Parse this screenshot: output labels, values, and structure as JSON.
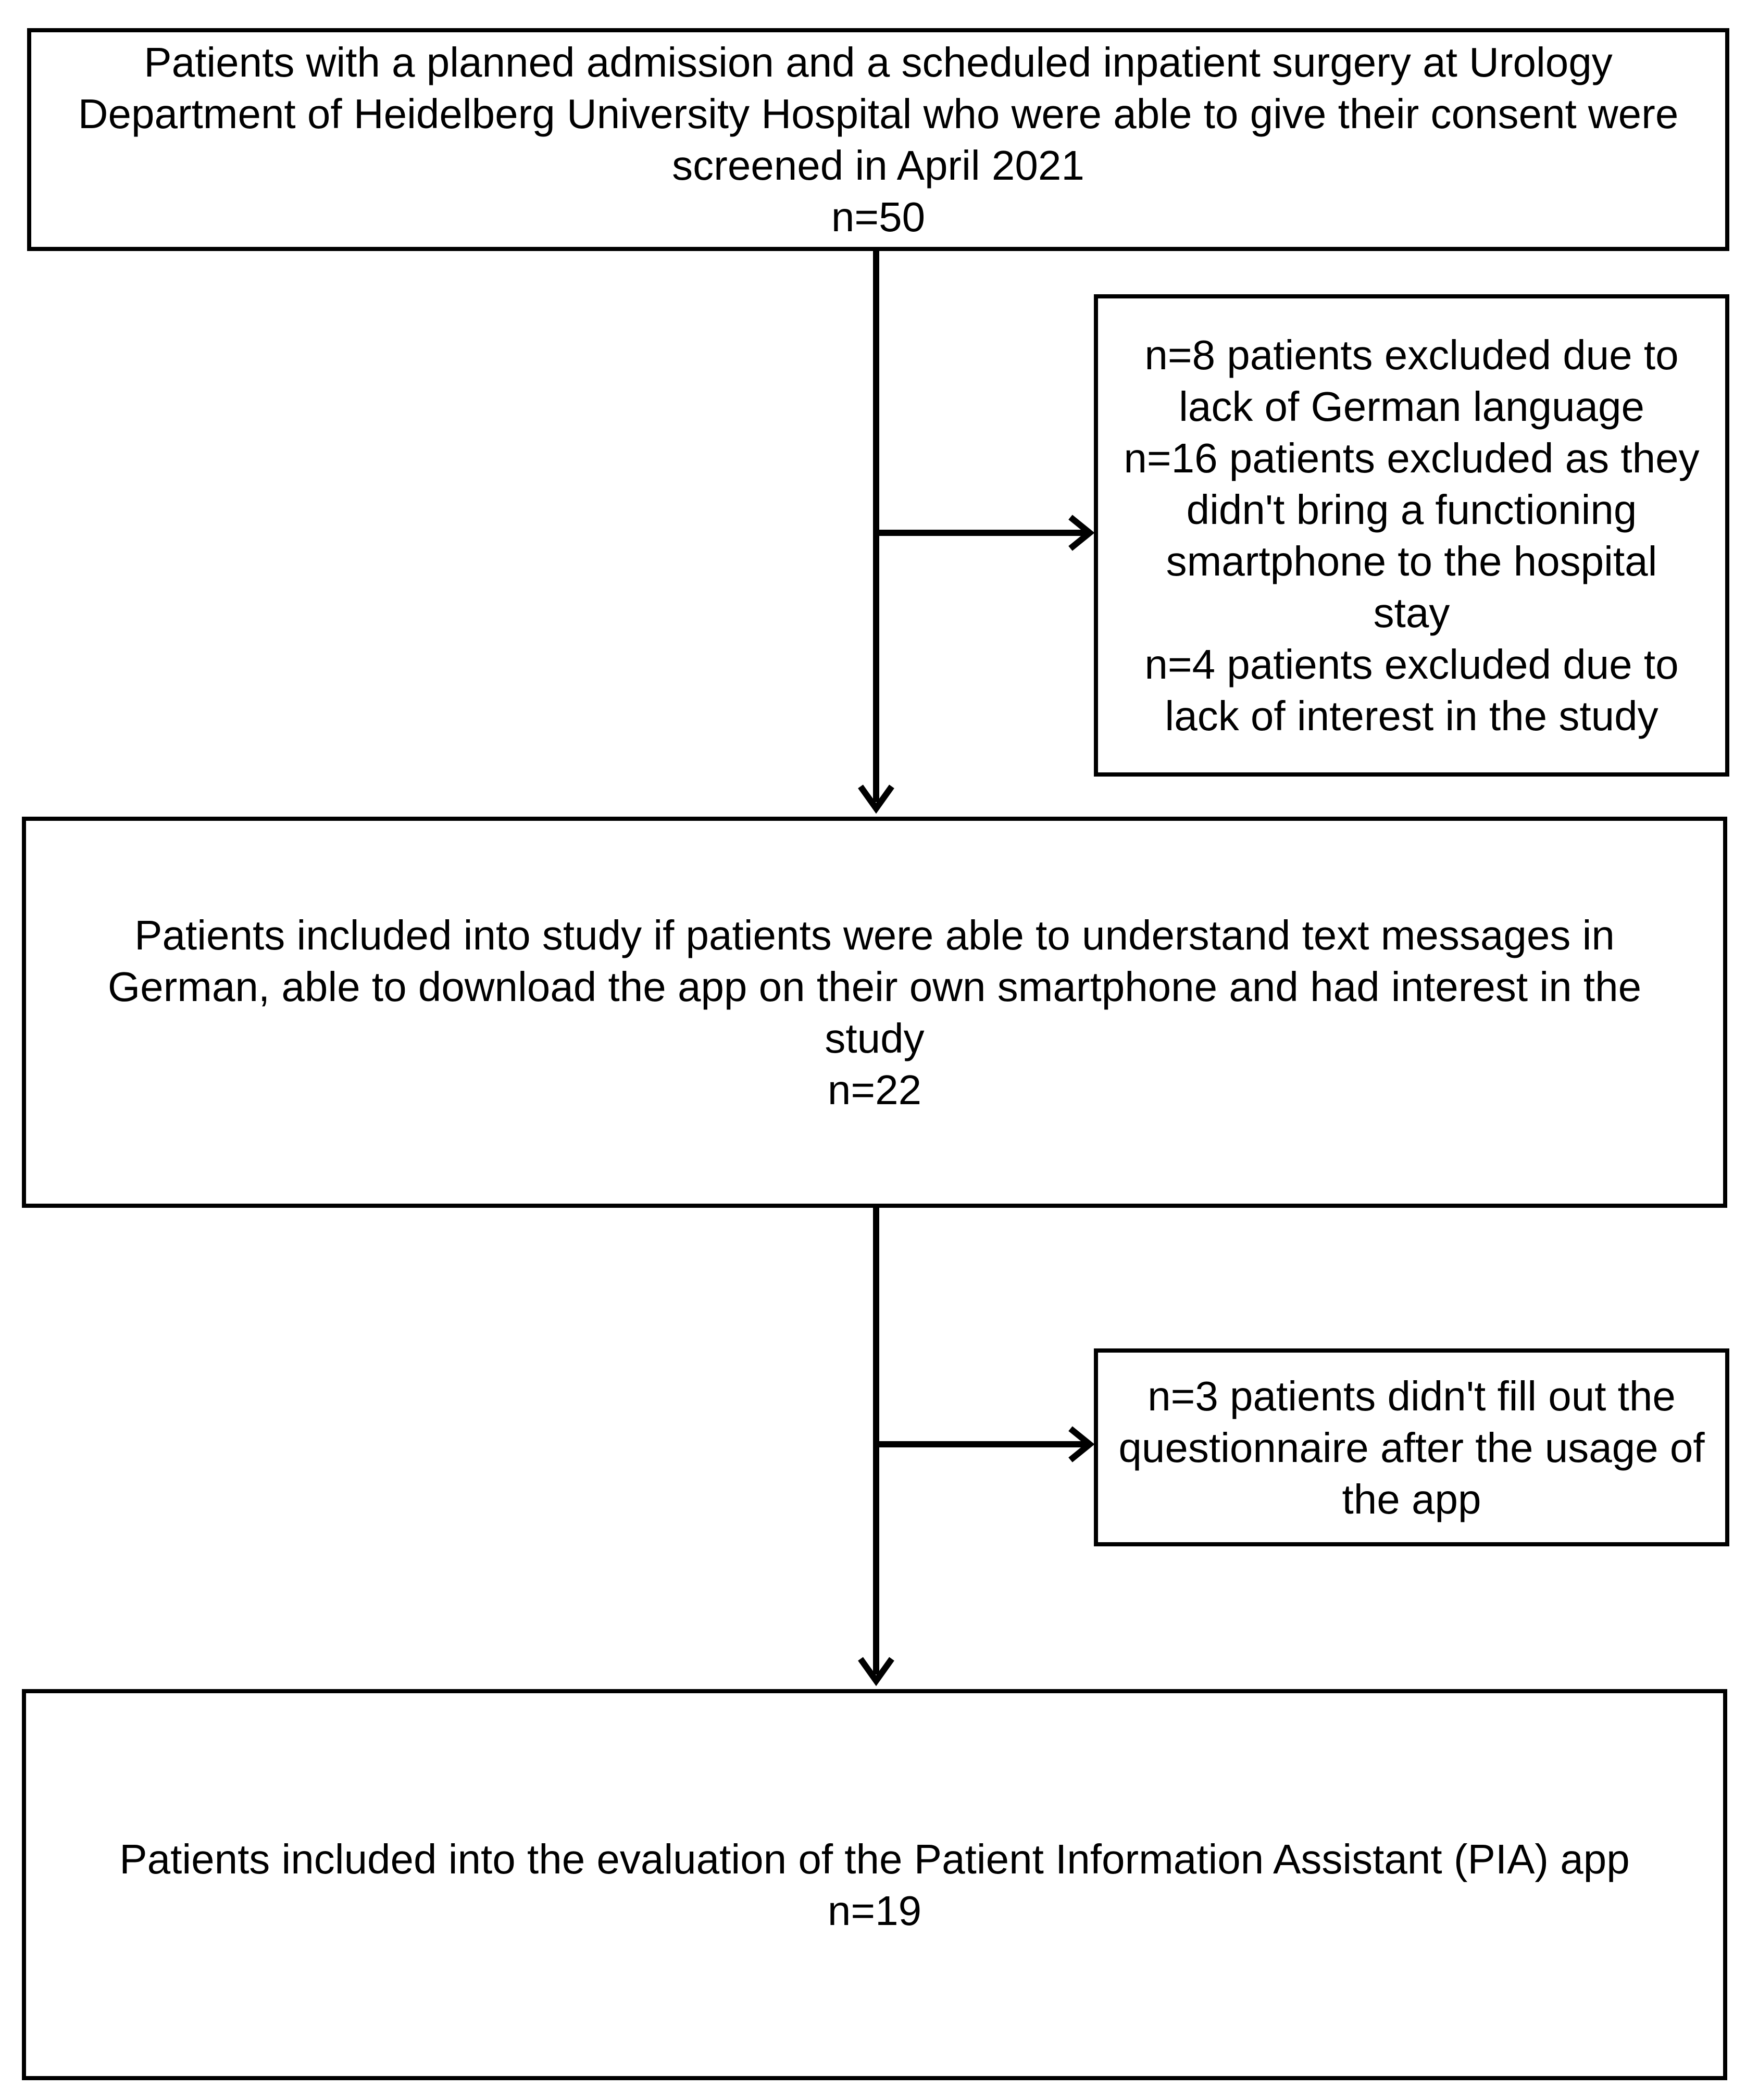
{
  "flowchart": {
    "screened": {
      "lines": [
        "Patients with a planned admission and a scheduled inpatient surgery at Urology",
        "Department of Heidelberg University Hospital who were able to give their consent were",
        "screened in April 2021",
        "n=50"
      ]
    },
    "excluded_1": {
      "lines": [
        "n=8 patients excluded due to",
        "lack of German language",
        "n=16 patients excluded as they",
        "didn't bring a functioning",
        "smartphone to the hospital",
        "stay",
        "n=4 patients excluded due to",
        "lack of interest in the study"
      ]
    },
    "included": {
      "lines": [
        "Patients included into study if patients were able to understand text messages in",
        "German, able to download the app on their own smartphone and had interest in the",
        "study",
        "n=22"
      ]
    },
    "excluded_2": {
      "lines": [
        "n=3 patients didn't fill out the",
        "questionnaire after the usage of",
        "the app"
      ]
    },
    "evaluated": {
      "lines": [
        "Patients included into the evaluation of the Patient Information Assistant (PIA) app",
        "n=19"
      ]
    }
  },
  "colors": {
    "stroke": "#000000",
    "background": "#ffffff"
  }
}
